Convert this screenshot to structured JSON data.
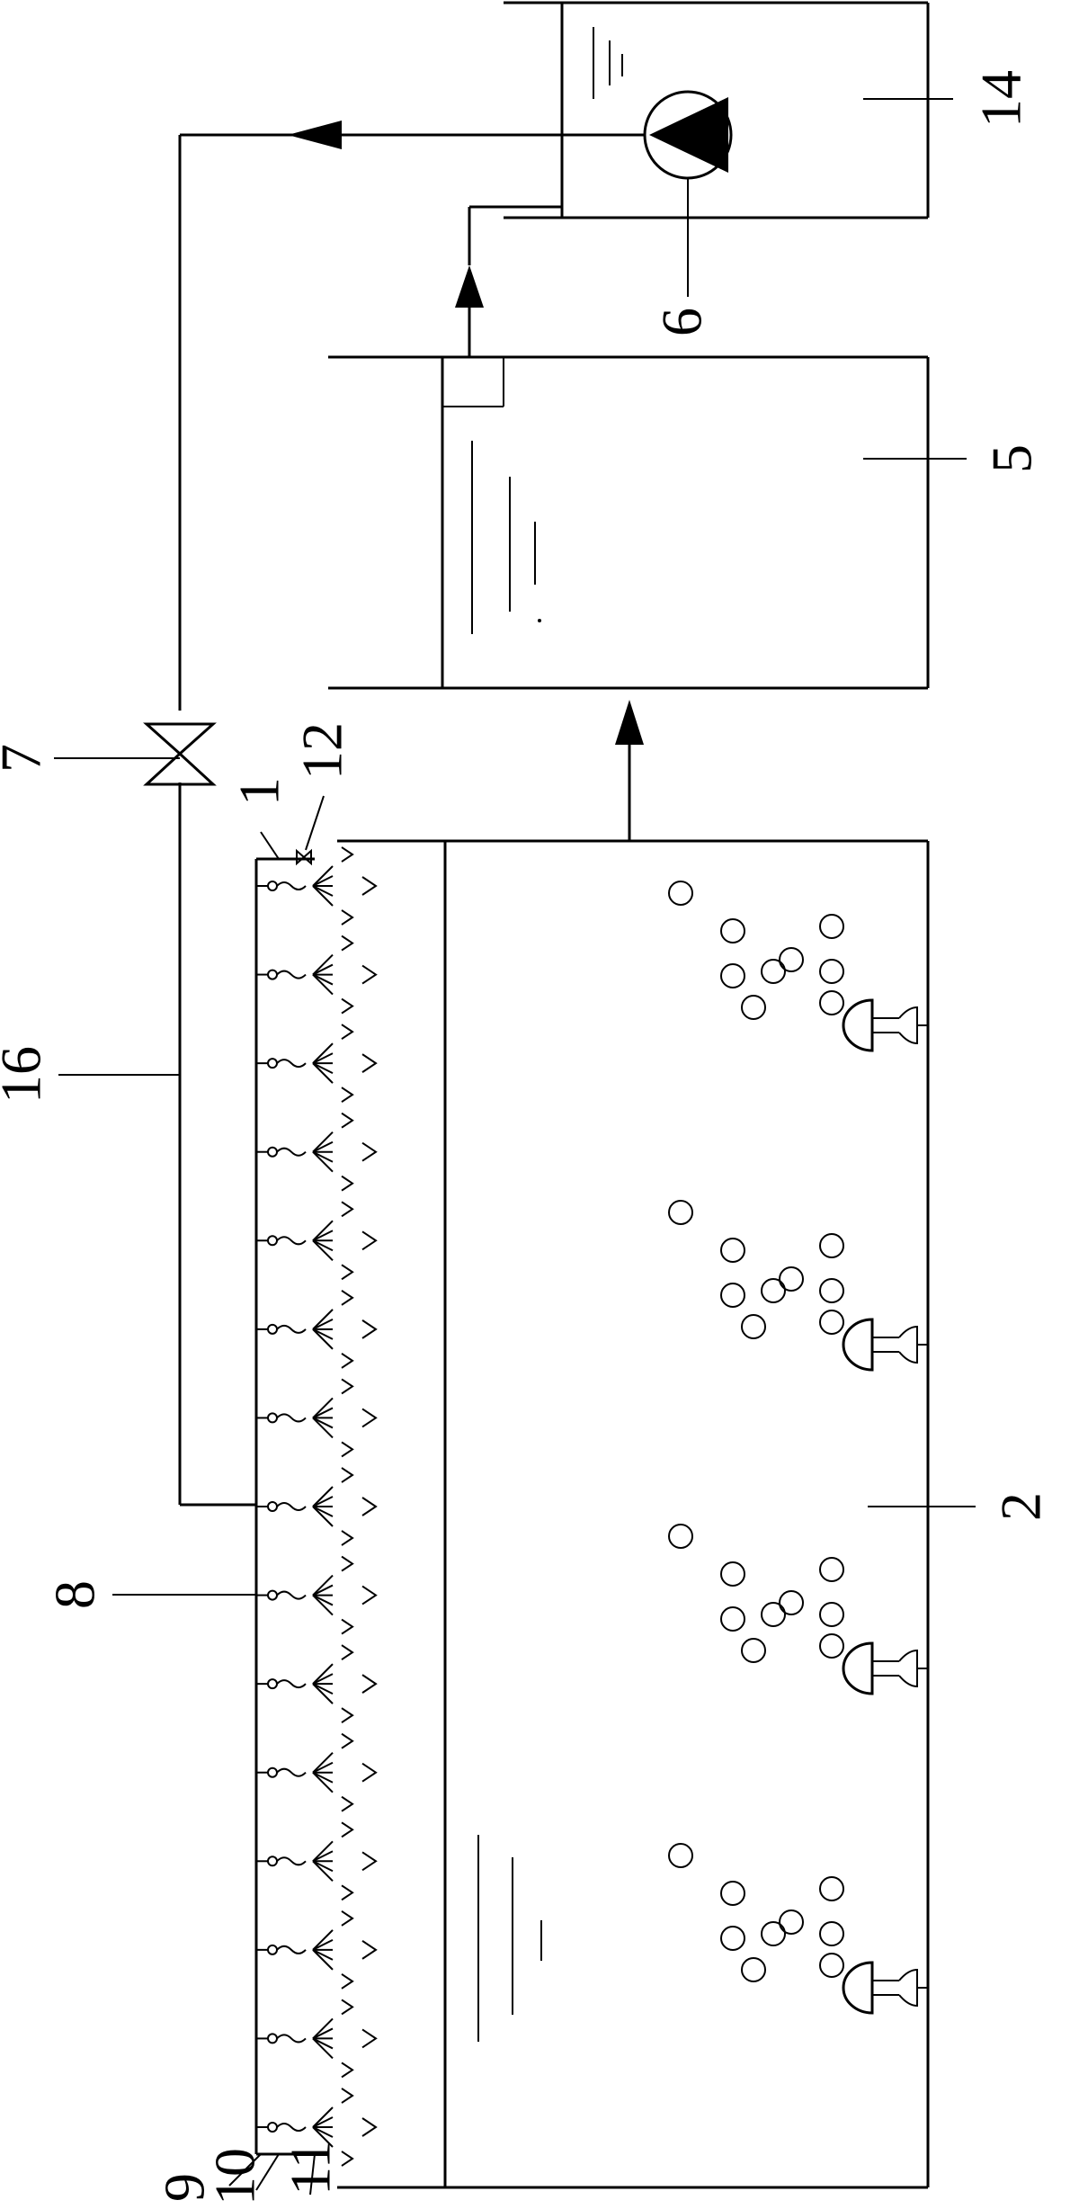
{
  "labels": {
    "l1": "1",
    "l2": "2",
    "l5": "5",
    "l6": "6",
    "l7": "7",
    "l8": "8",
    "l9": "9",
    "l10": "10",
    "l11": "11",
    "l12": "12",
    "l14": "14",
    "l16": "16"
  },
  "nozzle_count": 15,
  "diffuser_count": 4
}
